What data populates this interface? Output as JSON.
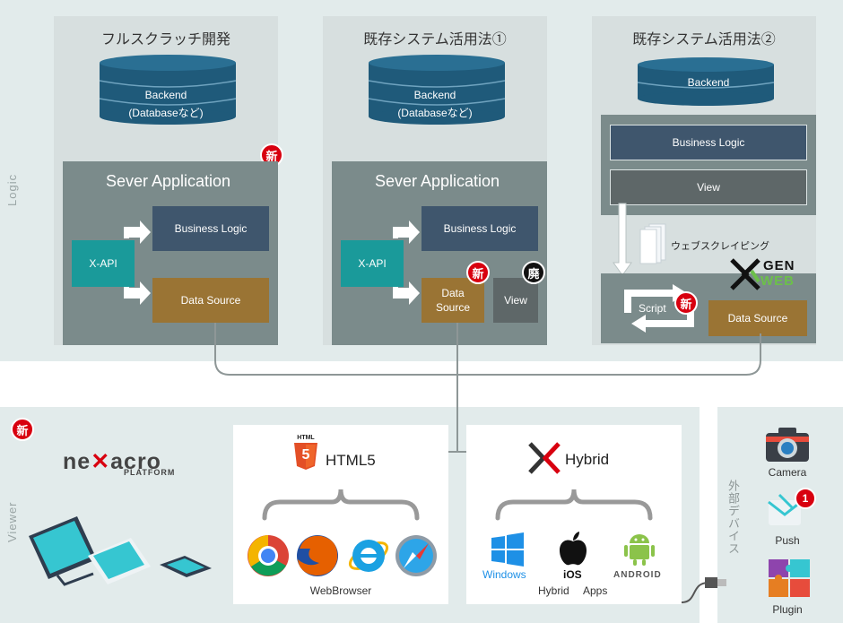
{
  "side_labels": {
    "logic": "Logic",
    "viewer": "Viewer",
    "devices": "外部デバイス"
  },
  "columns": [
    {
      "title": "フルスクラッチ開発",
      "backend": [
        "Backend",
        "(Databaseなど)"
      ],
      "server_title": "Sever Application",
      "api": "X-API",
      "logic": "Business Logic",
      "data_source": "Data Source",
      "badge": "新"
    },
    {
      "title": "既存システム活用法①",
      "backend": [
        "Backend",
        "(Databaseなど)"
      ],
      "server_title": "Sever Application",
      "api": "X-API",
      "logic": "Business Logic",
      "data_source": [
        "Data",
        "Source"
      ],
      "view": "View",
      "badge_new": "新",
      "badge_old": "廃"
    },
    {
      "title": "既存システム活用法②",
      "backend": [
        "Backend"
      ],
      "logic": "Business Logic",
      "view": "View",
      "scraping": "ウェブスクレイピング",
      "genweb": [
        "GEN",
        "WEB"
      ],
      "script": "Script",
      "data_source": "Data Source",
      "badge": "新"
    }
  ],
  "viewer": {
    "badge": "新",
    "brand": [
      "ne",
      "acro"
    ],
    "brand_sub": "PLATFORM"
  },
  "html5_panel": {
    "tag": "HTML",
    "shield": "5",
    "title": "HTML5",
    "caption": "WebBrowser"
  },
  "hybrid_panel": {
    "title": "Hybrid",
    "platforms": [
      "Windows",
      "iOS",
      "ANDROID"
    ],
    "caption": [
      "Hybrid",
      "Apps"
    ]
  },
  "devices": [
    {
      "label": "Camera",
      "icon": "camera-icon"
    },
    {
      "label": "Push",
      "icon": "push-icon",
      "badge": "1"
    },
    {
      "label": "Plugin",
      "icon": "puzzle-icon"
    }
  ],
  "colors": {
    "band": "#e2ebeb",
    "column": "#d7dfdf",
    "server": "#7b8b8b",
    "navy": "#3f566d",
    "teal": "#1a9a9a",
    "brown": "#9a7434",
    "badge": "#d8000f",
    "backend": "#1f5a7a"
  }
}
